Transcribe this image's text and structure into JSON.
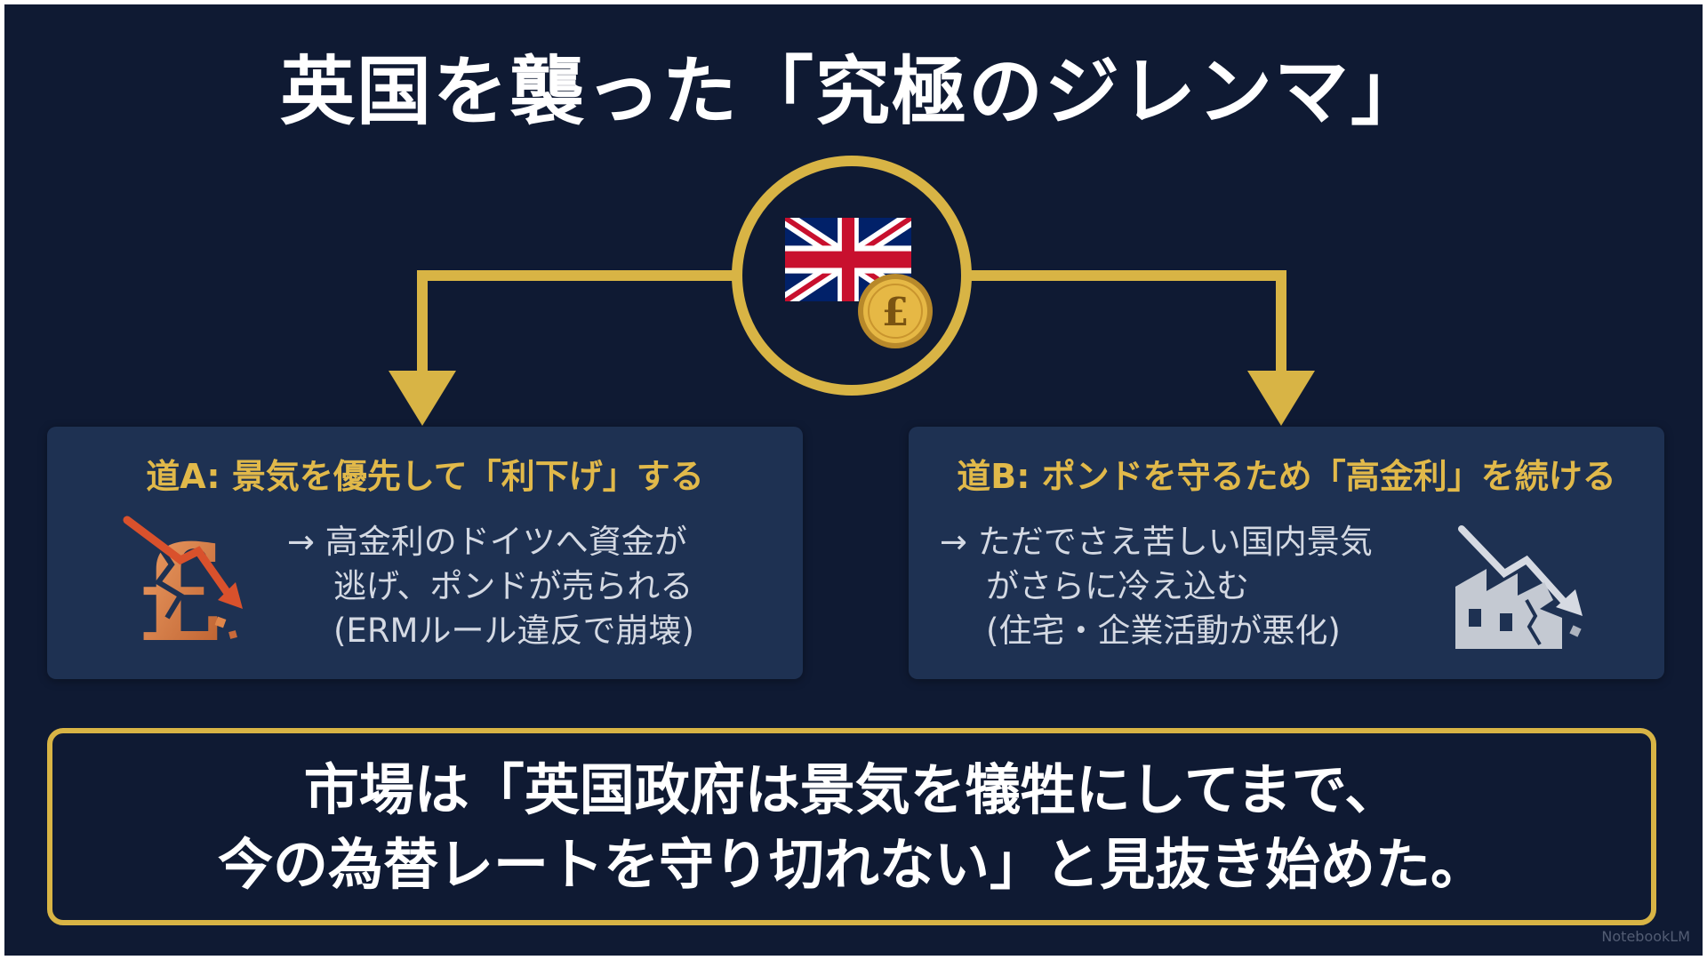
{
  "title": "英国を襲った「究極のジレンマ」",
  "center": {
    "flag": "union-jack-icon",
    "coin_symbol": "£"
  },
  "path_a": {
    "title": "道A: 景気を優先して「利下げ」する",
    "lines": [
      "→ 高金利のドイツへ資金が",
      "逃げ、ポンドが売られる",
      "(ERMルール違反で崩壊)"
    ],
    "icon": "broken-pound-icon"
  },
  "path_b": {
    "title": "道B: ポンドを守るため「高金利」を続ける",
    "lines": [
      "→ ただでさえ苦しい国内景気",
      "がさらに冷え込む",
      "(住宅・企業活動が悪化)"
    ],
    "icon": "collapsing-factory-icon"
  },
  "conclusion": {
    "line1": "市場は「英国政府は景気を犠牲にしてまで、",
    "line2": "今の為替レートを守り切れない」と見抜き始めた。"
  },
  "watermark": "NotebookLM",
  "colors": {
    "background": "#0f1a33",
    "card": "#1e3152",
    "gold": "#d8b445",
    "title_gold": "#e1b94a",
    "text": "#ffffff",
    "muted_text": "#d4d9e3"
  }
}
